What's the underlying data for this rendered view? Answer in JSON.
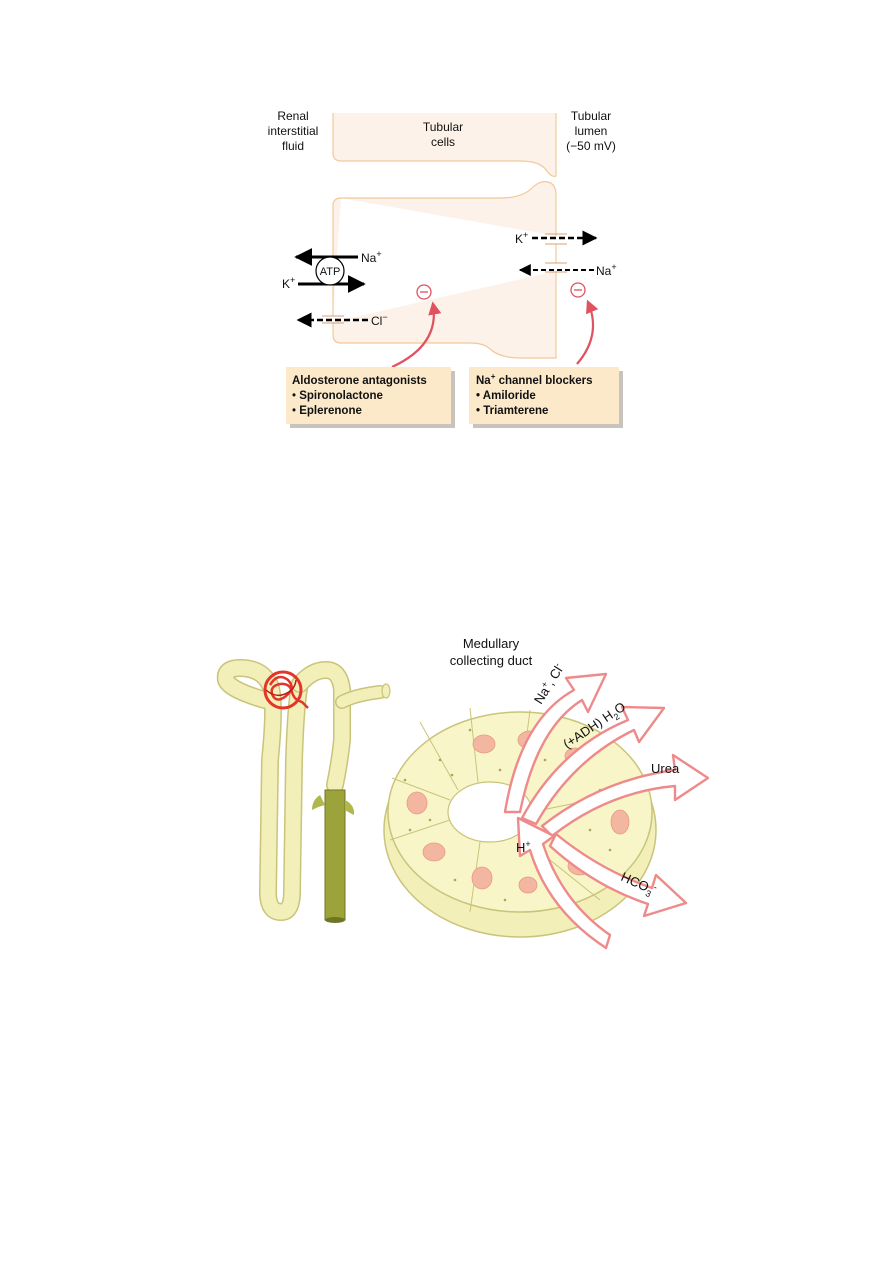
{
  "figure1": {
    "labels": {
      "interstitial_1": "Renal",
      "interstitial_2": "interstitial",
      "interstitial_3": "fluid",
      "cells_1": "Tubular",
      "cells_2": "cells",
      "lumen_1": "Tubular",
      "lumen_2": "lumen",
      "lumen_3": "(−50 mV)"
    },
    "ions": {
      "na_pump": "Na",
      "k_pump": "K",
      "atp": "ATP",
      "cl": "Cl",
      "k_channel": "K",
      "na_channel": "Na",
      "plus": "+",
      "minus": "−"
    },
    "boxes": {
      "aldosterone": {
        "title": "Aldosterone antagonists",
        "items": [
          "Spironolactone",
          "Eplerenone"
        ]
      },
      "na_blockers": {
        "title_prefix": "Na",
        "title_rest": " channel blockers",
        "items": [
          "Amiloride",
          "Triamterene"
        ]
      }
    },
    "colors": {
      "cell_fill": "#fdf2e9",
      "cell_stroke": "#f3c79b",
      "box_fill": "#fbe9c9",
      "inhibit": "#e0525f"
    }
  },
  "figure2": {
    "title_1": "Medullary",
    "title_2": "collecting duct",
    "arrows": {
      "na_cl": "Na",
      "na_cl_2": ", Cl",
      "h2o": "(+ADH) H",
      "h2o_sub": "2",
      "h2o_end": "O",
      "urea": "Urea",
      "h": "H",
      "hco3": "HCO",
      "hco3_sub": "3"
    },
    "colors": {
      "tubule": "#f2efb9",
      "tubule_stroke": "#c9c47a",
      "collecting": "#9ca33a",
      "nucleus": "#f3b6a0",
      "arrow": "#ee8a8a",
      "glomerulus": "#e3362a"
    }
  }
}
